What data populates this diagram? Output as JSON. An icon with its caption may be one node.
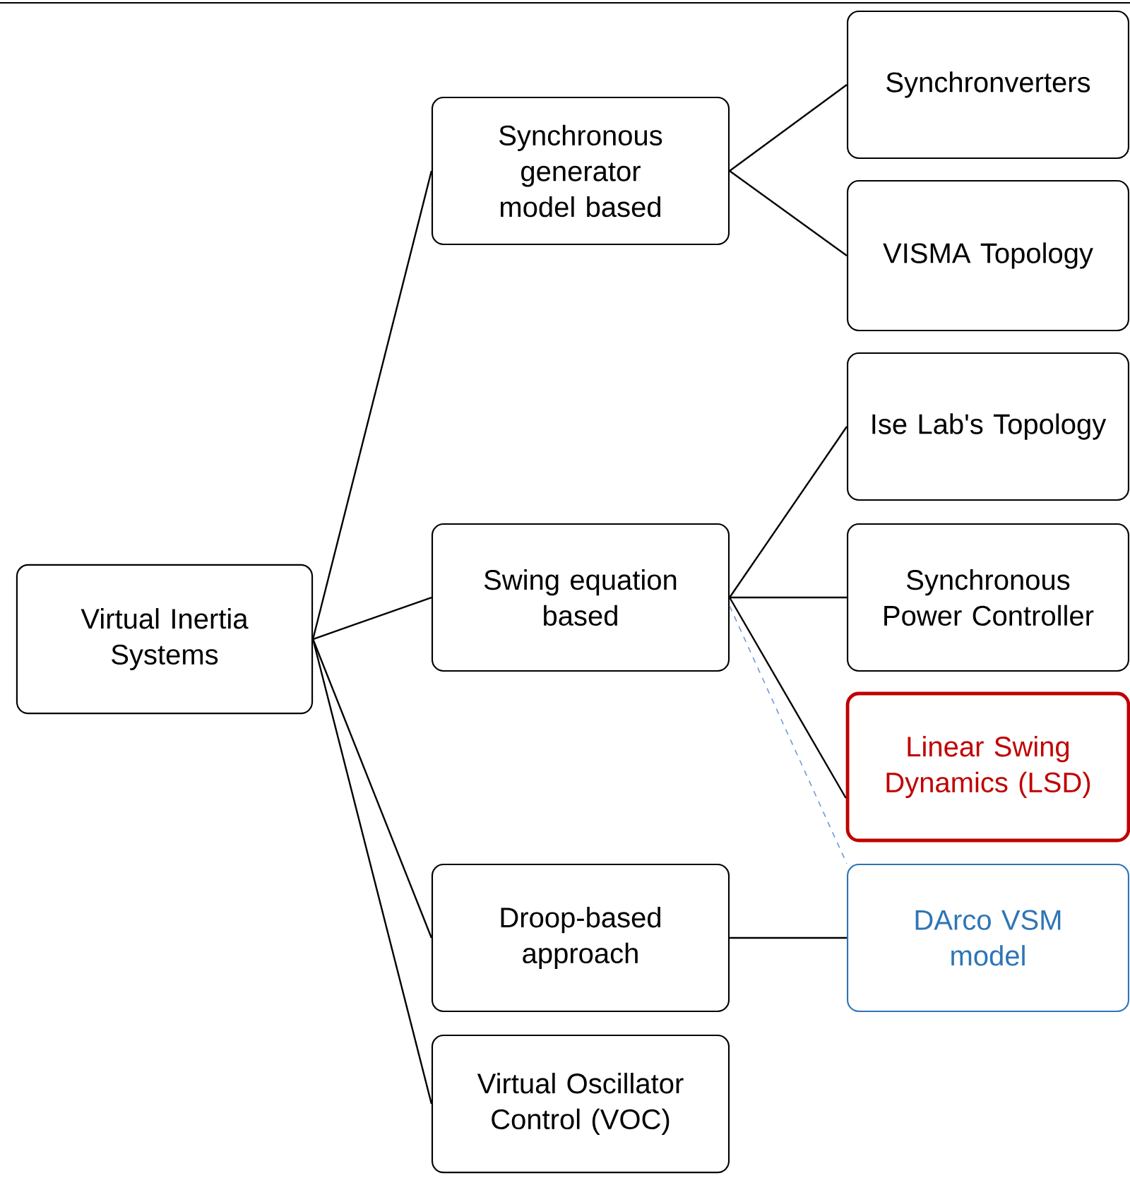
{
  "diagram": {
    "nodes": [
      {
        "text": [
          "Virtual Inertia Systems"
        ]
      },
      {
        "text": [
          "Synchronous generator model based"
        ]
      },
      {
        "text": [
          "Swing equation based"
        ]
      },
      {
        "text": [
          "Droop-based approach"
        ]
      },
      {
        "text": [
          "Virtual Oscillator Control (VOC)"
        ]
      },
      {
        "text": [
          "Synchronverters"
        ]
      },
      {
        "text": [
          "VISMA Topology"
        ]
      },
      {
        "text": [
          "Ise Lab's Topology"
        ]
      },
      {
        "text": [
          "Synchronous Power Controller"
        ]
      },
      {
        "text": [
          "Linear Swing Dynamics (LSD)"
        ]
      },
      {
        "text": [
          "DArco VSM model"
        ]
      }
    ],
    "edges": [
      {
        "from": 0,
        "to": 1,
        "arrow": "none"
      },
      {
        "from": 0,
        "to": 2,
        "arrow": "none"
      },
      {
        "from": 0,
        "to": 3,
        "arrow": "none"
      },
      {
        "from": 0,
        "to": 4,
        "arrow": "none"
      },
      {
        "from": 1,
        "to": 5,
        "arrow": "none"
      },
      {
        "from": 1,
        "to": 6,
        "arrow": "none"
      },
      {
        "from": 2,
        "to": 7,
        "arrow": "none"
      },
      {
        "from": 2,
        "to": 8,
        "arrow": "none"
      },
      {
        "from": 2,
        "to": 9,
        "arrow": "none"
      },
      {
        "from": 2,
        "to": 10,
        "arrow": "none",
        "style": "dashed",
        "color": "#6f9ad8"
      },
      {
        "from": 3,
        "to": 10,
        "arrow": "none"
      }
    ]
  }
}
